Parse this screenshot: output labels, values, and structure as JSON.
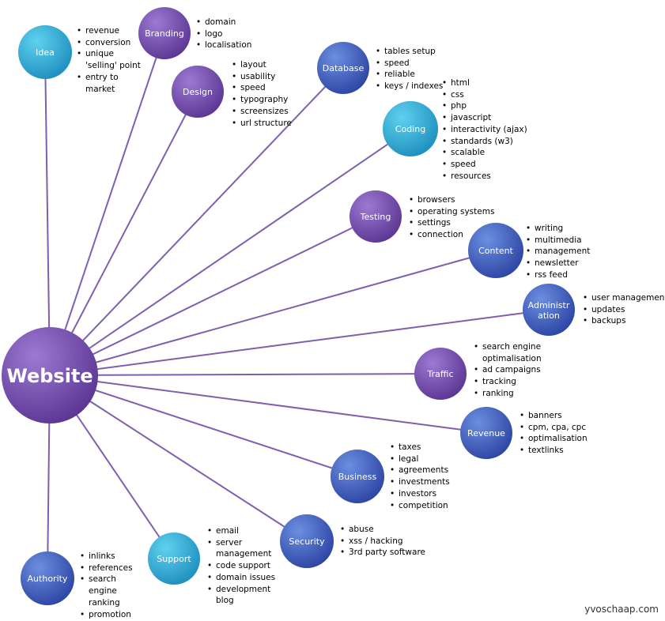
{
  "center": {
    "label": "Website",
    "color": "purple"
  },
  "branches": [
    {
      "id": "idea",
      "label": "Idea",
      "color": "teal",
      "items": [
        "revenue",
        "conversion",
        "unique 'selling' point",
        "entry to market"
      ]
    },
    {
      "id": "branding",
      "label": "Branding",
      "color": "purple",
      "items": [
        "domain",
        "logo",
        "localisation"
      ]
    },
    {
      "id": "design",
      "label": "Design",
      "color": "purple",
      "items": [
        "layout",
        "usability",
        "speed",
        "typography",
        "screensizes",
        "url structure"
      ]
    },
    {
      "id": "database",
      "label": "Database",
      "color": "blue",
      "items": [
        "tables setup",
        "speed",
        "reliable",
        "keys / indexes"
      ]
    },
    {
      "id": "coding",
      "label": "Coding",
      "color": "teal",
      "items": [
        "html",
        "css",
        "php",
        "javascript",
        "interactivity (ajax)",
        "standards (w3)",
        "scalable",
        "speed",
        "resources"
      ]
    },
    {
      "id": "testing",
      "label": "Testing",
      "color": "purple",
      "items": [
        "browsers",
        "operating systems",
        "settings",
        "connection"
      ]
    },
    {
      "id": "content",
      "label": "Content",
      "color": "blue",
      "items": [
        "writing",
        "multimedia",
        "management",
        "newsletter",
        "rss feed"
      ]
    },
    {
      "id": "administration",
      "label": "Administration",
      "color": "blue",
      "items": [
        "user management",
        "updates",
        "backups"
      ]
    },
    {
      "id": "traffic",
      "label": "Traffic",
      "color": "purple",
      "items": [
        "search engine optimalisation",
        "ad campaigns",
        "tracking",
        "ranking"
      ]
    },
    {
      "id": "revenue",
      "label": "Revenue",
      "color": "blue",
      "items": [
        "banners",
        "cpm, cpa, cpc",
        "optimalisation",
        "textlinks"
      ]
    },
    {
      "id": "business",
      "label": "Business",
      "color": "blue",
      "items": [
        "taxes",
        "legal",
        "agreements",
        "investments",
        "investors",
        "competition"
      ]
    },
    {
      "id": "security",
      "label": "Security",
      "color": "blue",
      "items": [
        "abuse",
        "xss / hacking",
        "3rd party software"
      ]
    },
    {
      "id": "support",
      "label": "Support",
      "color": "teal",
      "items": [
        "email",
        "server management",
        "code support",
        "domain issues",
        "development blog"
      ]
    },
    {
      "id": "authority",
      "label": "Authority",
      "color": "blue",
      "items": [
        "inlinks",
        "references",
        "search engine ranking",
        "promotion"
      ]
    }
  ],
  "palette": {
    "purple": [
      "#9c7ad3",
      "#5b3592"
    ],
    "blue": [
      "#6b8fe0",
      "#2d44a3"
    ],
    "teal": [
      "#5fd1ee",
      "#1e8fbe"
    ],
    "connector": "#7f5fae"
  },
  "watermark": "yvoschaap.com"
}
